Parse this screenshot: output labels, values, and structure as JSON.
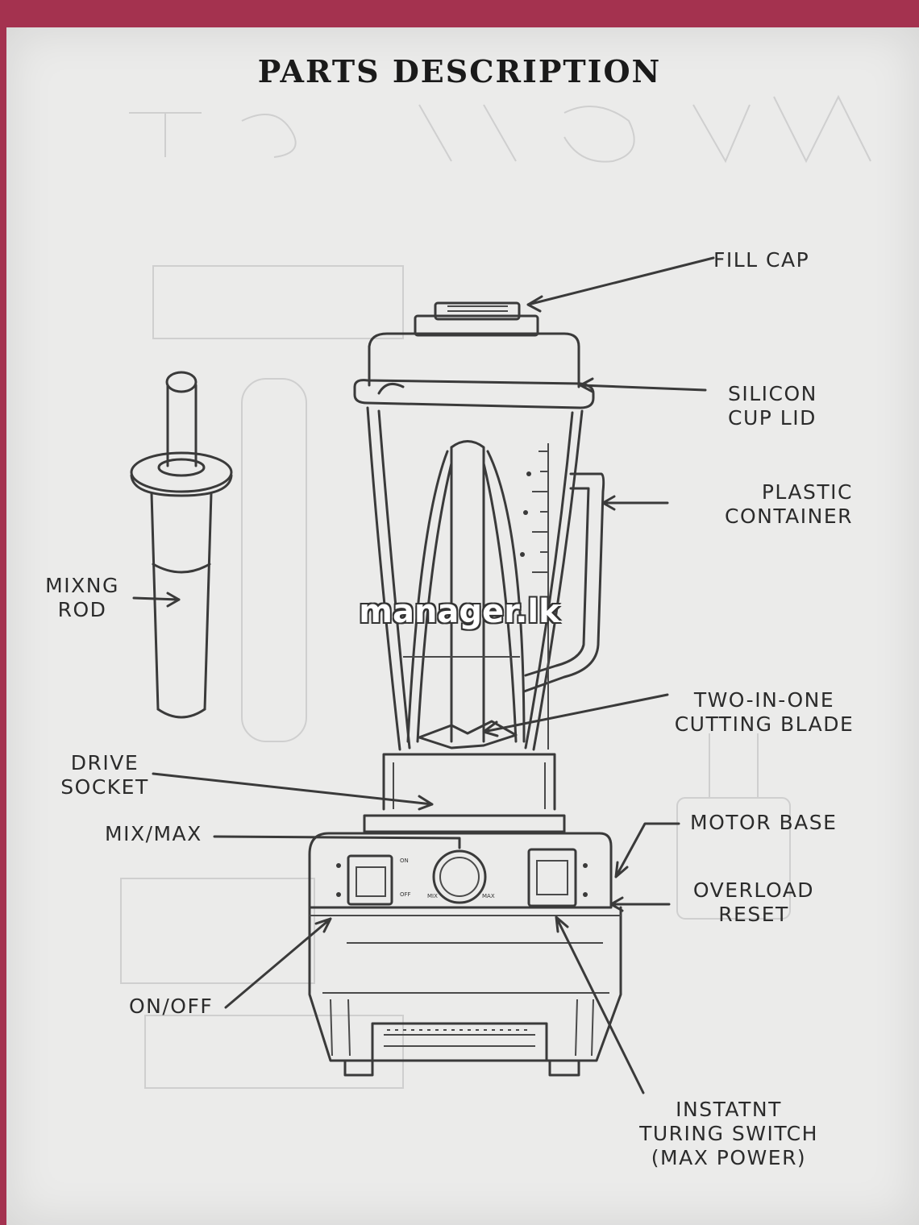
{
  "title": "PARTS DESCRIPTION",
  "watermark": "manager.lk",
  "labels": {
    "fill_cap": "FILL CAP",
    "silicon_cup_lid": "SILICON\nCUP LID",
    "plastic_container": "PLASTIC\nCONTAINER",
    "mixing_rod": "MIXNG\nROD",
    "two_in_one_cutting_blade": "TWO-IN-ONE\nCUTTING BLADE",
    "drive_socket": "DRIVE\nSOCKET",
    "mix_max": "MIX/MAX",
    "motor_base": "MOTOR BASE",
    "overload_reset": "OVERLOAD\nRESET",
    "on_off": "ON/OFF",
    "instant_turing_switch": "INSTATNT\nTURING SWITCH\n(MAX POWER)"
  },
  "panel_marks": {
    "on": "ON",
    "off": "OFF",
    "mix": "MIX",
    "max": "MAX"
  },
  "colors": {
    "background": "#a4324f",
    "paper": "#ebebea",
    "ink": "#2b2b2b"
  }
}
